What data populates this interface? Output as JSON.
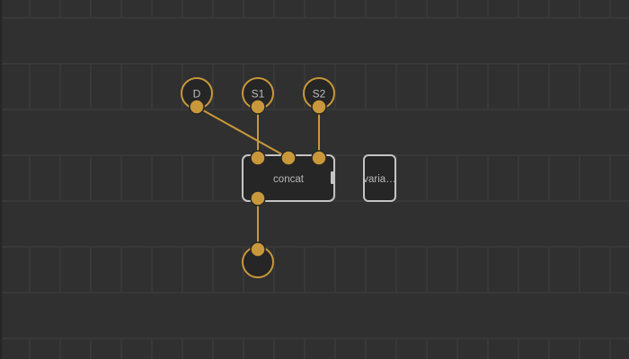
{
  "canvas": {
    "background": "#303030",
    "grid_line_color": "#3a3a3a",
    "accent_color": "#c9983a",
    "node_fill": "#262626",
    "node_border": "#c4c4c4"
  },
  "nodes": {
    "input_d": {
      "label": "D",
      "type": "input-circle"
    },
    "input_s1": {
      "label": "S1",
      "type": "input-circle"
    },
    "input_s2": {
      "label": "S2",
      "type": "input-circle"
    },
    "concat": {
      "label": "concat",
      "type": "function-node"
    },
    "variable": {
      "label": "varia…",
      "type": "function-node"
    },
    "output": {
      "label": "",
      "type": "output-circle"
    }
  },
  "connections": [
    {
      "from": "D",
      "to": "concat.input_2"
    },
    {
      "from": "S1",
      "to": "concat.input_1"
    },
    {
      "from": "S2",
      "to": "concat.input_3"
    },
    {
      "from": "concat.output",
      "to": "output"
    }
  ]
}
